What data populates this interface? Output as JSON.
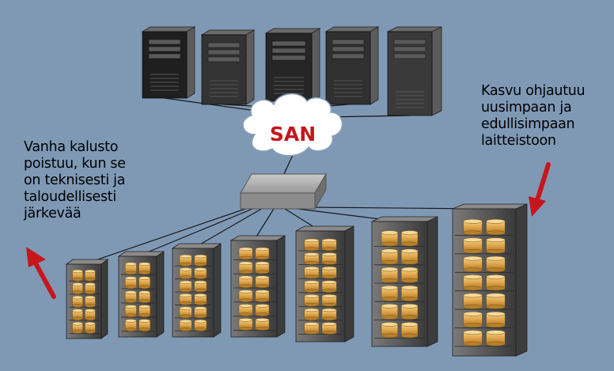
{
  "san_label": "SAN",
  "left_note": [
    "Vanha kalusto",
    "poistuu, kun se",
    "on teknisesti ja",
    "taloudellisesti",
    "järkevää"
  ],
  "right_note": [
    "Kasvu ohjautuu",
    "uusimpaan ja",
    "edullisimpaan",
    "laitteistoon"
  ],
  "colors": {
    "background": "#7f99b5",
    "server": "#3d3d3d",
    "cloud": "#ffffff",
    "arrow": "#c8161c",
    "disk": "#e0a94a",
    "switch": "#a8a8a8"
  },
  "icons": [
    "server-icon",
    "san-cloud-icon",
    "network-switch-icon",
    "storage-rack-icon",
    "disk-icon",
    "arrow-icon"
  ],
  "counts": {
    "servers": 5,
    "storage_racks": 7
  }
}
